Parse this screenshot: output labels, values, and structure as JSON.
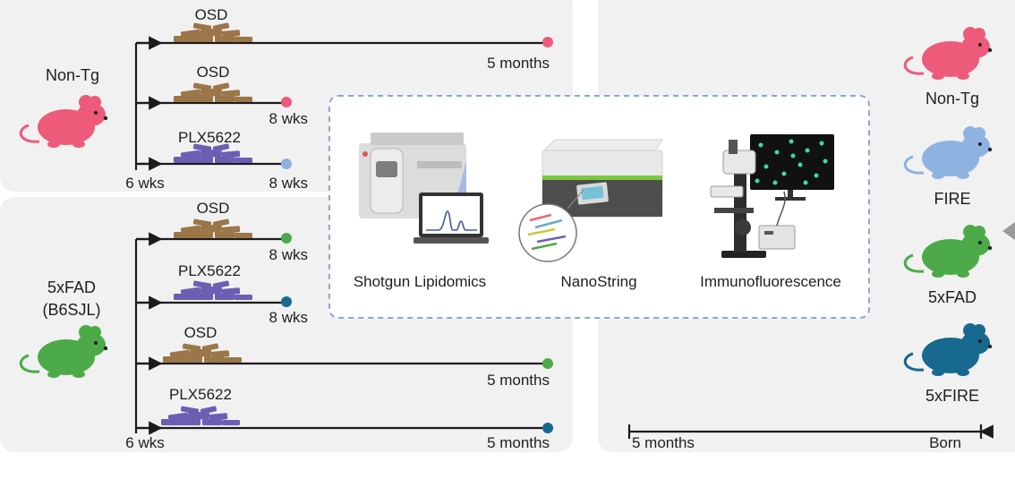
{
  "groups": {
    "nontg": {
      "label": "Non-Tg",
      "start_label": "6 wks",
      "arms": [
        {
          "diet": "OSD",
          "end": "5 months"
        },
        {
          "diet": "OSD",
          "end": "8 wks"
        },
        {
          "diet": "PLX5622",
          "end": "8 wks"
        }
      ]
    },
    "fad": {
      "label_line1": "5xFAD",
      "label_line2": "(B6SJL)",
      "start_label": "6 wks",
      "arms": [
        {
          "diet": "OSD",
          "end": "8 wks"
        },
        {
          "diet": "PLX5622",
          "end": "8 wks"
        },
        {
          "diet": "OSD",
          "end": "5 months"
        },
        {
          "diet": "PLX5622",
          "end": "5 months"
        }
      ]
    }
  },
  "methods": [
    {
      "label": "Shotgun Lipidomics"
    },
    {
      "label": "NanoString"
    },
    {
      "label": "Immunofluorescence"
    }
  ],
  "genotypes": [
    {
      "label": "Non-Tg",
      "color": "#ee5a7a"
    },
    {
      "label": "FIRE",
      "color": "#8fb3e0"
    },
    {
      "label": "5xFAD",
      "color": "#4caa48"
    },
    {
      "label": "5xFIRE",
      "color": "#17698f"
    }
  ],
  "timeline": {
    "left": "5 months",
    "right": "Born"
  },
  "colors": {
    "panel": "#f1f1f1",
    "nontg": "#ee5a7a",
    "fire": "#8fb3e0",
    "fad": "#4caa48",
    "fxfire": "#17698f",
    "osd": "#9b7648",
    "plx": "#6b5fb3",
    "dashed_border": "#8da6cf"
  }
}
